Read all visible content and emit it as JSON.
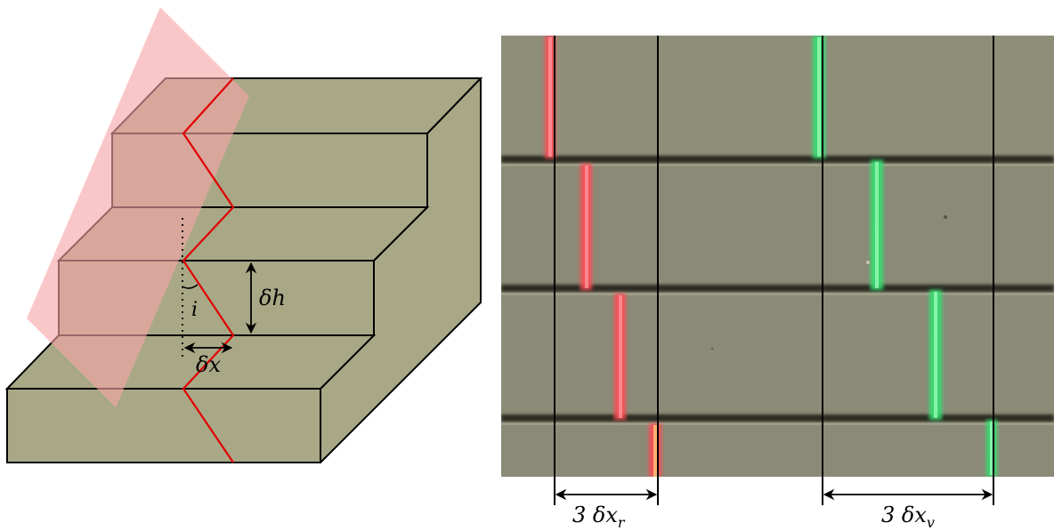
{
  "left_panel": {
    "labels": {
      "delta_h": "δh",
      "angle": "i",
      "delta_x": "δx"
    }
  },
  "right_panel": {
    "labels": {
      "red_spacing": "3 δx",
      "red_spacing_sub": "r",
      "green_spacing": "3 δx",
      "green_spacing_sub": "v"
    }
  },
  "colors": {
    "step_fill": "#a9a886",
    "laser_plane": "#f7a4a8",
    "refraction_line": "#e00000",
    "photo_background": "#8b8a77",
    "red_laser": "#ff5a5f",
    "green_laser": "#3ee07a"
  }
}
